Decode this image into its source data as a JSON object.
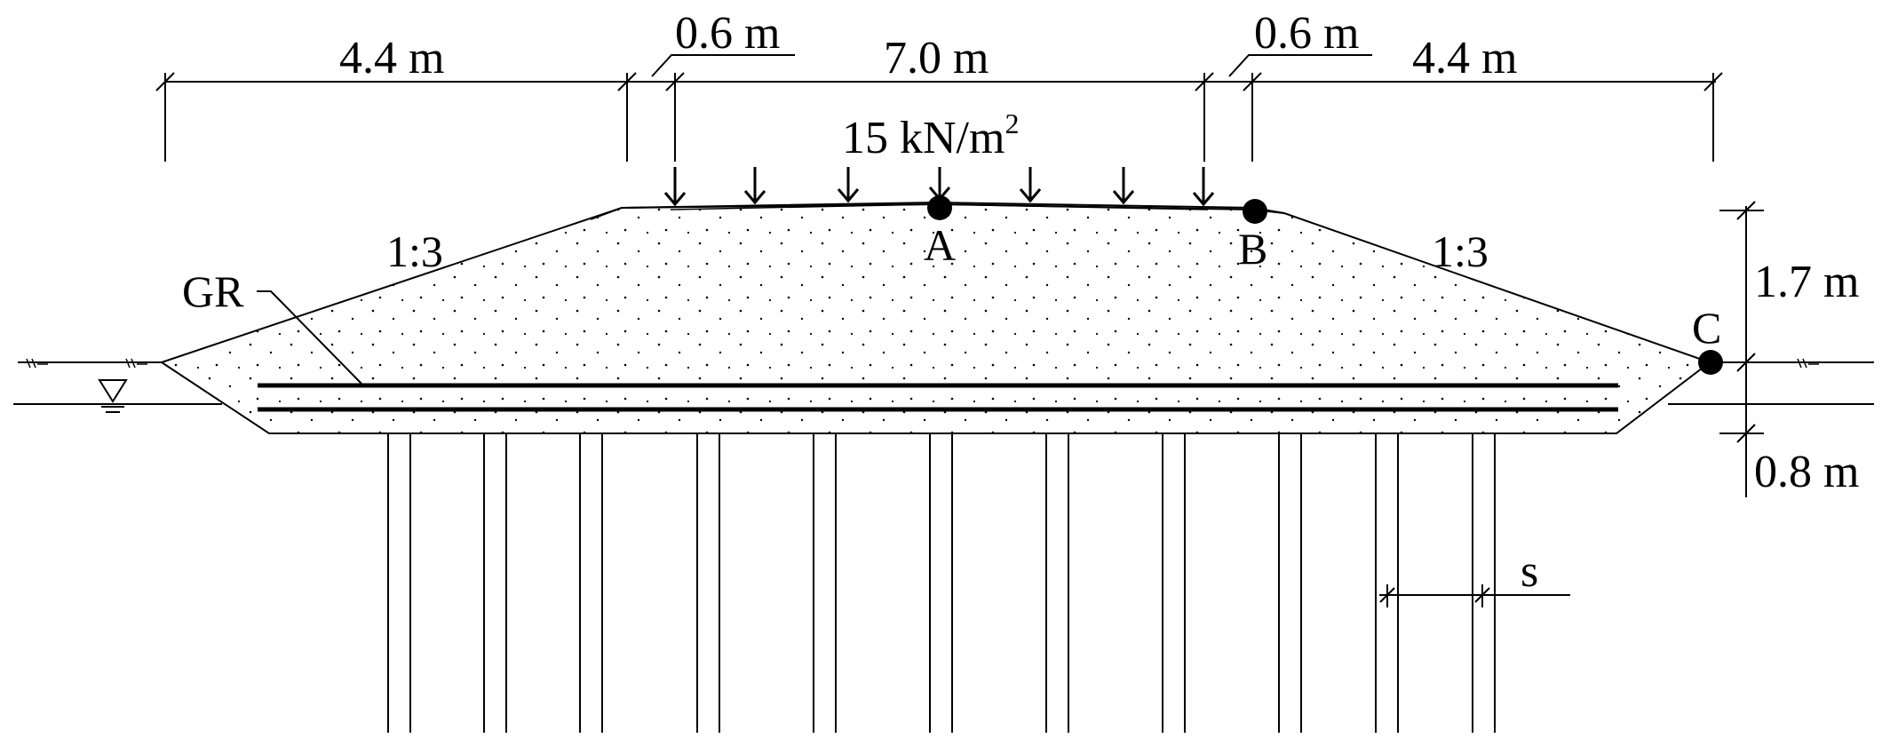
{
  "dimensions": {
    "left_crest_offset": "4.4 m",
    "left_shoulder": "0.6 m",
    "crest_width": "7.0 m",
    "right_shoulder": "0.6 m",
    "right_crest_offset": "4.4 m",
    "embankment_height": "1.7 m",
    "platform_thickness": "0.8 m",
    "pile_spacing": "s"
  },
  "load": {
    "label": "15 kN/m",
    "exponent": "2"
  },
  "slopes": {
    "left": "1:3",
    "right": "1:3"
  },
  "points": {
    "a": "A",
    "b": "B",
    "c": "C"
  },
  "geosynthetic_label": "GR",
  "colors": {
    "ink": "#000000",
    "background": "#ffffff"
  }
}
